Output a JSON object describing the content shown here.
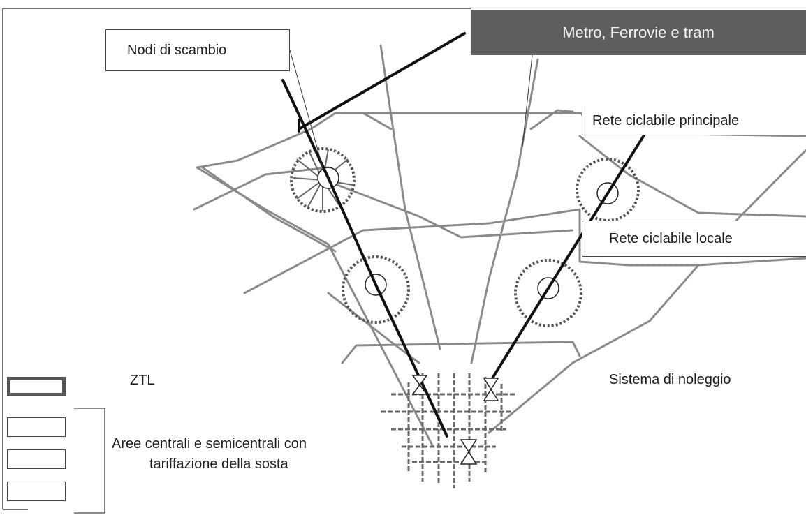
{
  "labels": {
    "nodi_scambio": "Nodi di scambio",
    "metro": "Metro, Ferrovie e tram",
    "rete_principale": "Rete ciclabile principale",
    "rete_locale": "Rete ciclabile locale",
    "sistema_noleggio": "Sistema di noleggio",
    "ztl": "ZTL",
    "aree_line1": "Aree centrali e semicentrali con",
    "aree_line2": "tariffazione della sosta"
  },
  "colors": {
    "rail": "#8a8a8a",
    "bike_main": "#111111",
    "banner": "#5e5e5e",
    "node_ring": "#555555"
  }
}
